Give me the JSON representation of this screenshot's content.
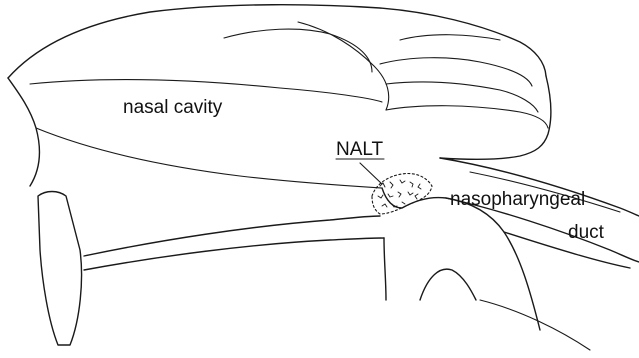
{
  "diagram": {
    "labels": {
      "nasal_cavity": "nasal cavity",
      "nalt": "NALT",
      "nasopharyngeal": "nasopharyngeal",
      "duct": "duct"
    }
  }
}
